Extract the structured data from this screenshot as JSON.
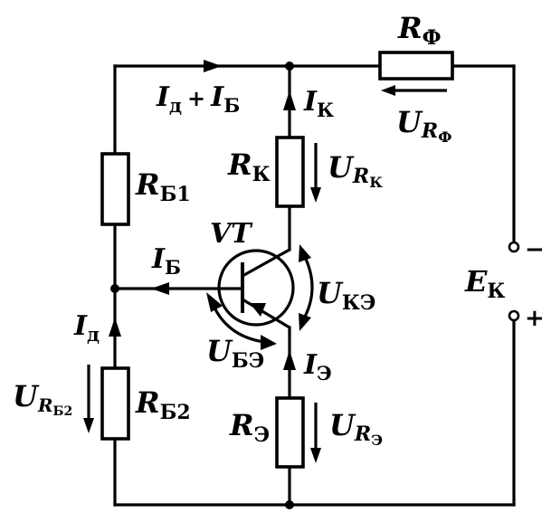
{
  "labels": {
    "r_f": {
      "main": "R",
      "sub": "Ф"
    },
    "u_rf": {
      "main": "U",
      "sub1": "R",
      "sub2": "Ф"
    },
    "i_d_plus_i_b": {
      "i1": "I",
      "s1": "д",
      "plus": "+",
      "i2": "I",
      "s2": "Б"
    },
    "i_k": {
      "main": "I",
      "sub": "К"
    },
    "r_k": {
      "main": "R",
      "sub": "К"
    },
    "u_rk": {
      "main": "U",
      "sub1": "R",
      "sub2": "К"
    },
    "r_b1": {
      "main": "R",
      "sub": "Б1"
    },
    "vt": {
      "text": "VT"
    },
    "i_b": {
      "main": "I",
      "sub": "Б"
    },
    "u_ke": {
      "main": "U",
      "sub": "КЭ"
    },
    "e_k": {
      "main": "E",
      "sub": "К"
    },
    "minus": "−",
    "plus": "+",
    "i_d": {
      "main": "I",
      "sub": "д"
    },
    "u_be": {
      "main": "U",
      "sub": "БЭ"
    },
    "i_e": {
      "main": "I",
      "sub": "Э"
    },
    "u_rb2": {
      "main": "U",
      "sub1": "R",
      "sub2": "Б2"
    },
    "r_b2": {
      "main": "R",
      "sub": "Б2"
    },
    "r_e": {
      "main": "R",
      "sub": "Э"
    },
    "u_re": {
      "main": "U",
      "sub1": "R",
      "sub2": "Э"
    }
  }
}
